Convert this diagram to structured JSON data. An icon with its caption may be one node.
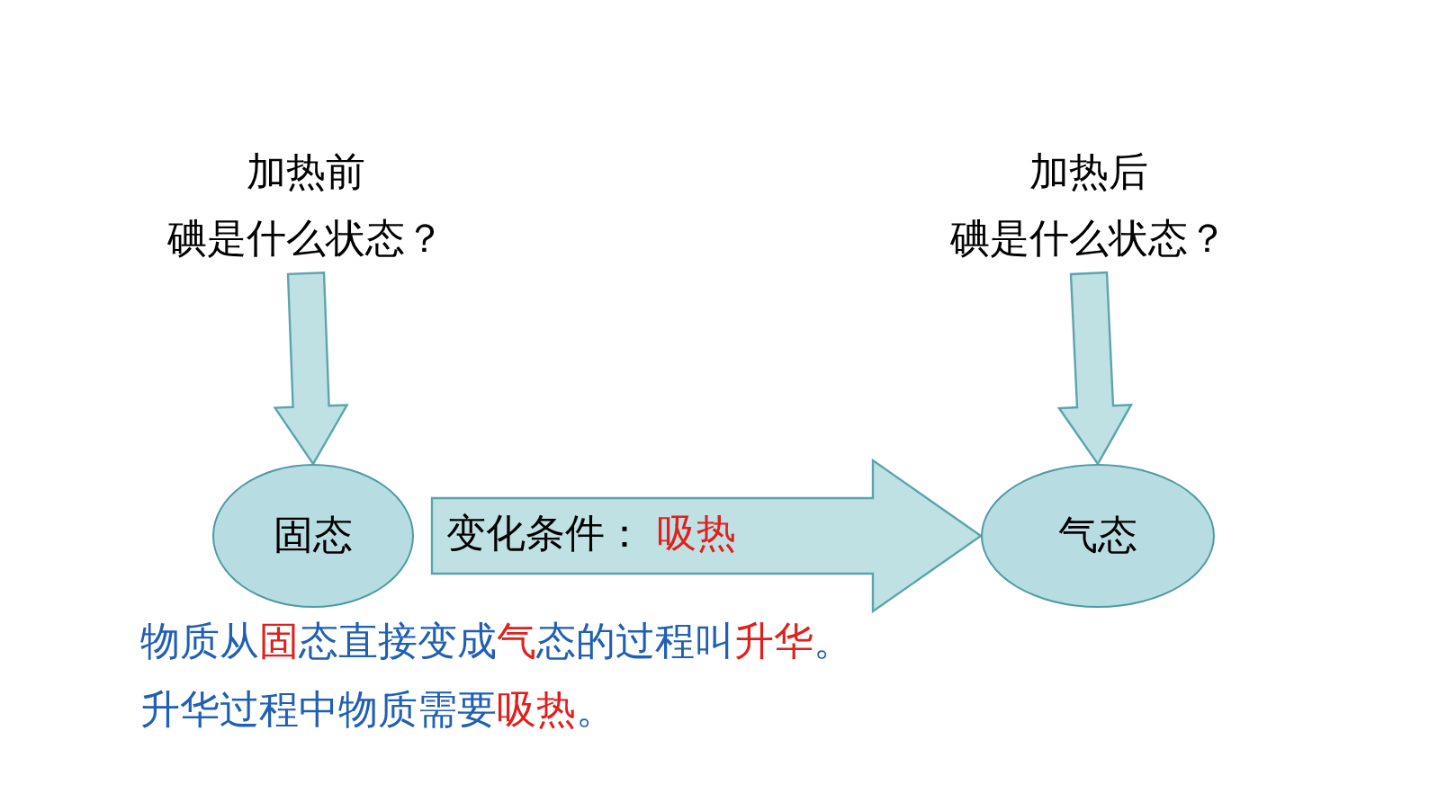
{
  "diagram": {
    "nodes": [
      {
        "text": [
          "加热前",
          "碘是什么状态？"
        ]
      },
      {
        "text": [
          "加热后",
          "碘是什么状态？"
        ]
      },
      {
        "text": [
          "固态"
        ]
      },
      {
        "text": [
          "气态"
        ]
      }
    ],
    "edges": [
      {
        "from": 0,
        "to": 2,
        "arrow": "to"
      },
      {
        "from": 1,
        "to": 3,
        "arrow": "to"
      },
      {
        "from": 2,
        "to": 3,
        "arrow": "to",
        "label": "变化条件： **吸热**"
      }
    ],
    "labels": [
      "物质从**固**态直接变成**气**态的过程叫**升华**。",
      "升华过程中物质需要**吸热**。"
    ]
  }
}
